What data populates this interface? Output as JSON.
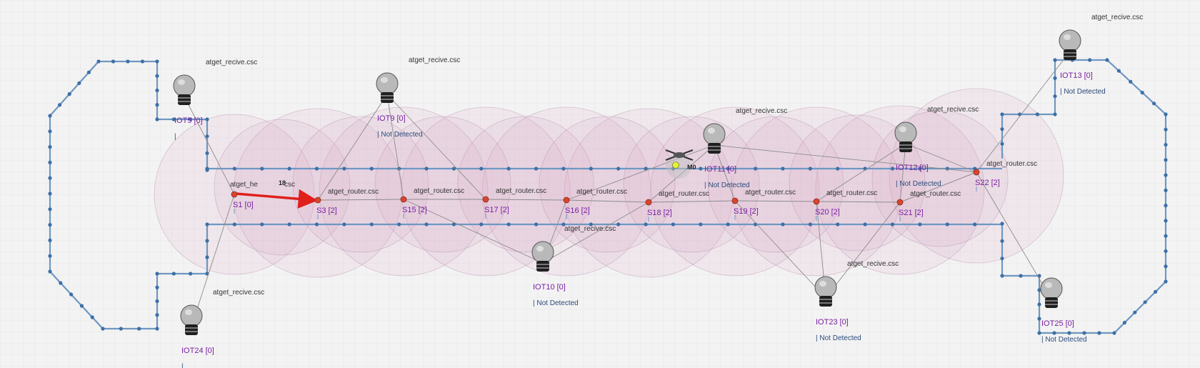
{
  "colors": {
    "background": "#f3f3f3",
    "grid": "#dcdcdc",
    "boundary": "#6f97c2",
    "boundary_dot": "#3d6fa6",
    "range_fill": "#d9a6c9",
    "link": "#8c8c8c",
    "sensor": "#d9452e",
    "node_label": "#7a1fa2",
    "status_label": "#2a4a7a",
    "arrow": "#e0201b"
  },
  "icons": {
    "iot": "lightbulb-camera-icon",
    "sensor": "sensor-node-icon",
    "mobile": "drone-icon"
  },
  "sensors": [
    {
      "id": "s1",
      "name": "S1 [0]",
      "script": "atget_he",
      "overlay": "18",
      "tail": "csc"
    },
    {
      "id": "s3",
      "name": "S3 [2]",
      "script": "atget_router.csc"
    },
    {
      "id": "s15",
      "name": "S15 [2]",
      "script": "atget_router.csc"
    },
    {
      "id": "s17",
      "name": "S17 [2]",
      "script": "atget_router.csc"
    },
    {
      "id": "s16",
      "name": "S16 [2]",
      "script": "atget_router.csc"
    },
    {
      "id": "s18",
      "name": "S18 [2]",
      "script": "atget_router.csc"
    },
    {
      "id": "s19",
      "name": "S19 [2]",
      "script": "atget_router.csc"
    },
    {
      "id": "s20",
      "name": "S20 [2]",
      "script": "atget_router.csc"
    },
    {
      "id": "s21",
      "name": "S21 [2]",
      "script": "atget_router.csc"
    },
    {
      "id": "s22",
      "name": "S22 [2]",
      "script": "atget_router.csc"
    }
  ],
  "iots": [
    {
      "id": "iot5",
      "name": "IOT5 [0]",
      "script": "atget_recive.csc",
      "status": "|"
    },
    {
      "id": "iot9",
      "name": "IOT9 [0]",
      "script": "atget_recive.csc",
      "status": "| Not Detected"
    },
    {
      "id": "iot10",
      "name": "IOT10 [0]",
      "script": "atget_recive.csc",
      "status": "| Not Detected"
    },
    {
      "id": "iot11",
      "name": "IOT11 [0]",
      "script": "atget_recive.csc",
      "status": "| Not Detected"
    },
    {
      "id": "iot12",
      "name": "IOT12 [0]",
      "script": "atget_recive.csc",
      "status": "| Not Detected"
    },
    {
      "id": "iot13",
      "name": "IOT13 [0]",
      "script": "atget_recive.csc",
      "status": "| Not Detected"
    },
    {
      "id": "iot23",
      "name": "IOT23 [0]",
      "script": "atget_recive.csc",
      "status": "| Not Detected"
    },
    {
      "id": "iot24",
      "name": "IOT24 [0]",
      "script": "atget_recive.csc",
      "status": "|"
    },
    {
      "id": "iot25",
      "name": "IOT25 [0]",
      "script": "",
      "status": "| Not Detected"
    }
  ],
  "mobile": {
    "name": "M0"
  }
}
